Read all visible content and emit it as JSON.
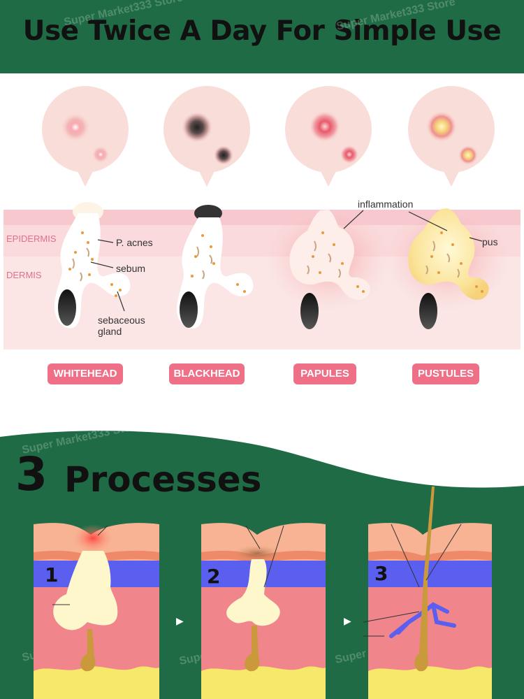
{
  "header": {
    "title": "Use Twice A Day For Simple Use"
  },
  "watermark": {
    "text": "Super Market333 Store"
  },
  "skin_layers": {
    "epidermis": "EPIDERMIS",
    "dermis": "DERMIS"
  },
  "annotations": {
    "p_acnes": "P. acnes",
    "sebum": "sebum",
    "sebaceous": "sebaceous",
    "gland": "gland",
    "inflammation": "inflammation",
    "pus": "pus"
  },
  "acne_types": [
    "WHITEHEAD",
    "BLACKHEAD",
    "PAPULES",
    "PUSTULES"
  ],
  "processes": {
    "number": "3",
    "word": "Processes"
  },
  "steps": [
    "1",
    "2",
    "3"
  ],
  "colors": {
    "brand_green": "#1f6b45",
    "badge_pink": "#ee6f86",
    "skin_pink": "#f9dcdc",
    "epidermis_blue": "#5a5ff0"
  }
}
